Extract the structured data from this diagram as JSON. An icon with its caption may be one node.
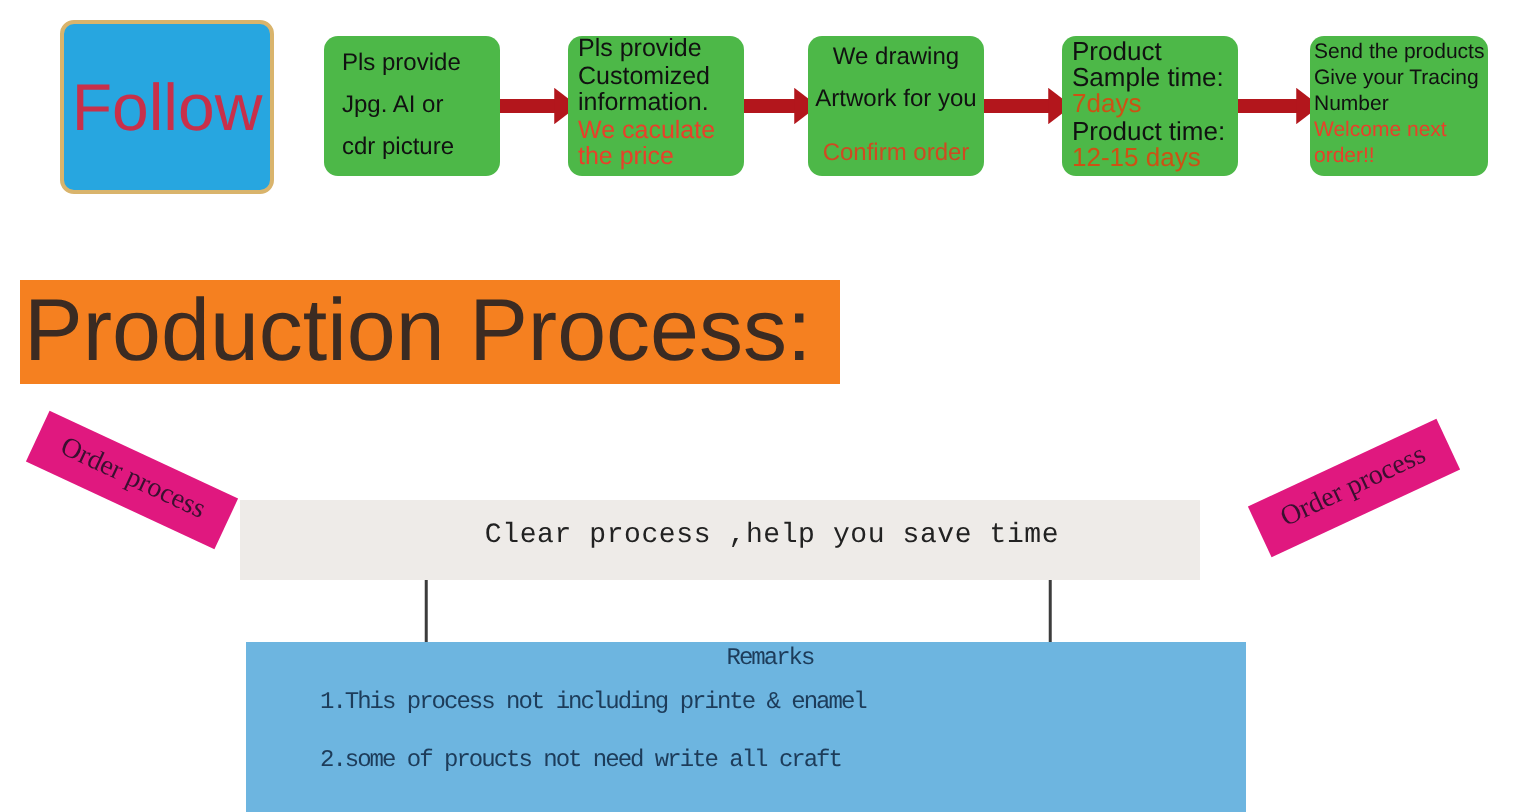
{
  "diagram": {
    "nodes": [
      {
        "text": [
          "Follow"
        ]
      },
      {
        "text": [
          "Pls provide Jpg. AI or cdr picture"
        ]
      },
      {
        "text": [
          "Pls provide Customized information.",
          "We caculate the price"
        ]
      },
      {
        "text": [
          "We drawing Artwork for you",
          "Confirm order"
        ]
      },
      {
        "text": [
          "Product Sample time:",
          "7days",
          "Product time:",
          "12-15 days"
        ]
      },
      {
        "text": [
          "Send the products Give your Tracing Number",
          "Welcome next order!!"
        ]
      },
      {
        "text": [
          "Production Process:"
        ]
      },
      {
        "text": [
          "Order process"
        ]
      },
      {
        "text": [
          "Order process"
        ]
      },
      {
        "text": [
          "Clear process ,help you save time"
        ]
      },
      {
        "text": [
          "Remarks",
          "1.This process not including printe & enamel",
          "2.some of proucts not need write all craft"
        ]
      }
    ],
    "edges": [
      {
        "from": 1,
        "to": 2,
        "arrow": "to"
      },
      {
        "from": 2,
        "to": 3,
        "arrow": "to"
      },
      {
        "from": 3,
        "to": 4,
        "arrow": "to"
      },
      {
        "from": 4,
        "to": 5,
        "arrow": "to"
      },
      {
        "from": 9,
        "to": 10,
        "arrow": "none",
        "color": "#3c3c3c"
      },
      {
        "from": 9,
        "to": 10,
        "arrow": "none",
        "color": "#3c3c3c"
      }
    ]
  }
}
